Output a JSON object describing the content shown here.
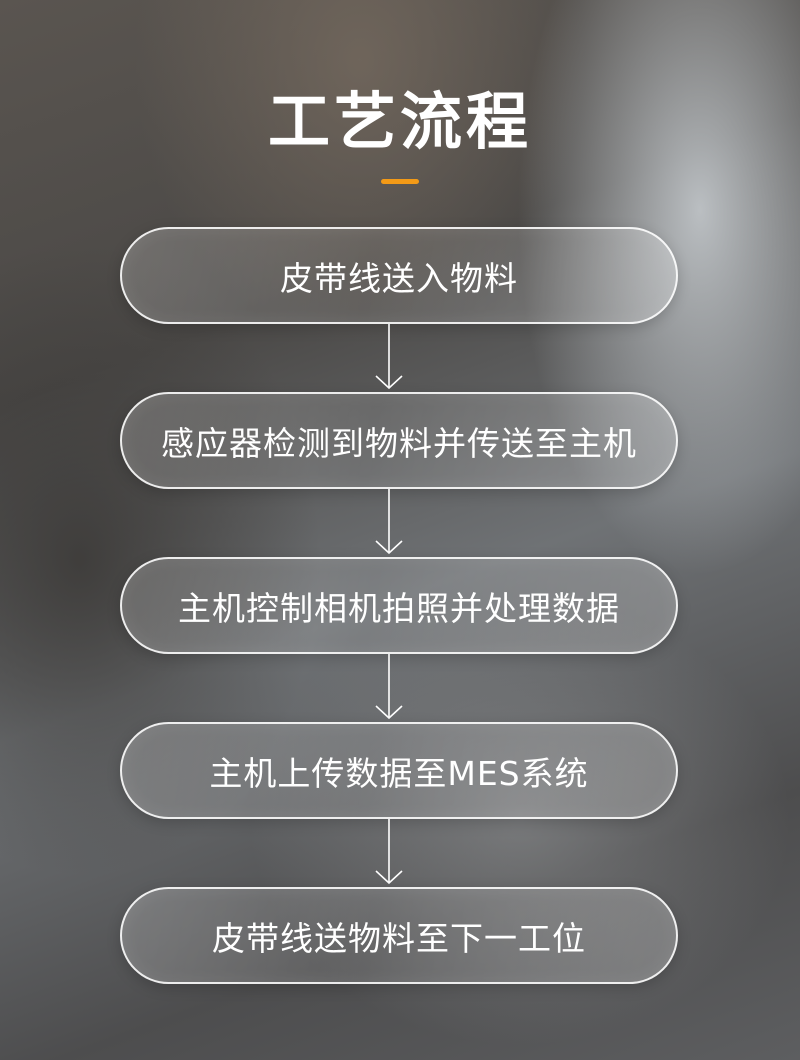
{
  "title": "工艺流程",
  "colors": {
    "accent": "#f39a17",
    "text": "#ffffff",
    "border": "#ffffff"
  },
  "steps": [
    {
      "label": "皮带线送入物料"
    },
    {
      "label": "感应器检测到物料并传送至主机"
    },
    {
      "label": "主机控制相机拍照并处理数据"
    },
    {
      "label": "主机上传数据至MES系统"
    },
    {
      "label": "皮带线送物料至下一工位"
    }
  ]
}
